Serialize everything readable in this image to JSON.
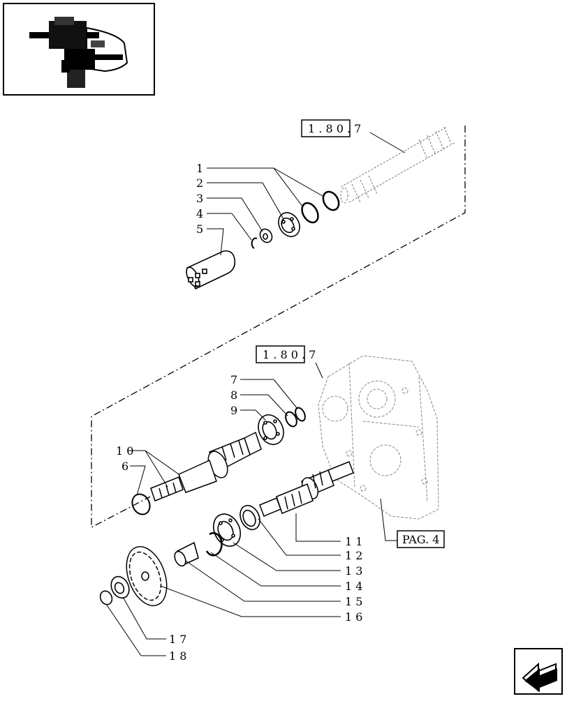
{
  "refs": {
    "upper": "1 . 8 0 . 7",
    "lower": "1 . 8 0 . 7",
    "page": "PAG. 4"
  },
  "callouts": [
    {
      "id": "1",
      "label": "1"
    },
    {
      "id": "2",
      "label": "2"
    },
    {
      "id": "3",
      "label": "3"
    },
    {
      "id": "4",
      "label": "4"
    },
    {
      "id": "5",
      "label": "5"
    },
    {
      "id": "6",
      "label": "6"
    },
    {
      "id": "7",
      "label": "7"
    },
    {
      "id": "8",
      "label": "8"
    },
    {
      "id": "9",
      "label": "9"
    },
    {
      "id": "10",
      "label": "1 0"
    },
    {
      "id": "11",
      "label": "1 1"
    },
    {
      "id": "12",
      "label": "1 2"
    },
    {
      "id": "13",
      "label": "1 3"
    },
    {
      "id": "14",
      "label": "1 4"
    },
    {
      "id": "15",
      "label": "1 5"
    },
    {
      "id": "16",
      "label": "1 6"
    },
    {
      "id": "17",
      "label": "1 7"
    },
    {
      "id": "18",
      "label": "1 8"
    }
  ],
  "icons": {
    "thumbnail": "assembly-thumbnail-icon",
    "nav": "back-arrow-icon"
  }
}
